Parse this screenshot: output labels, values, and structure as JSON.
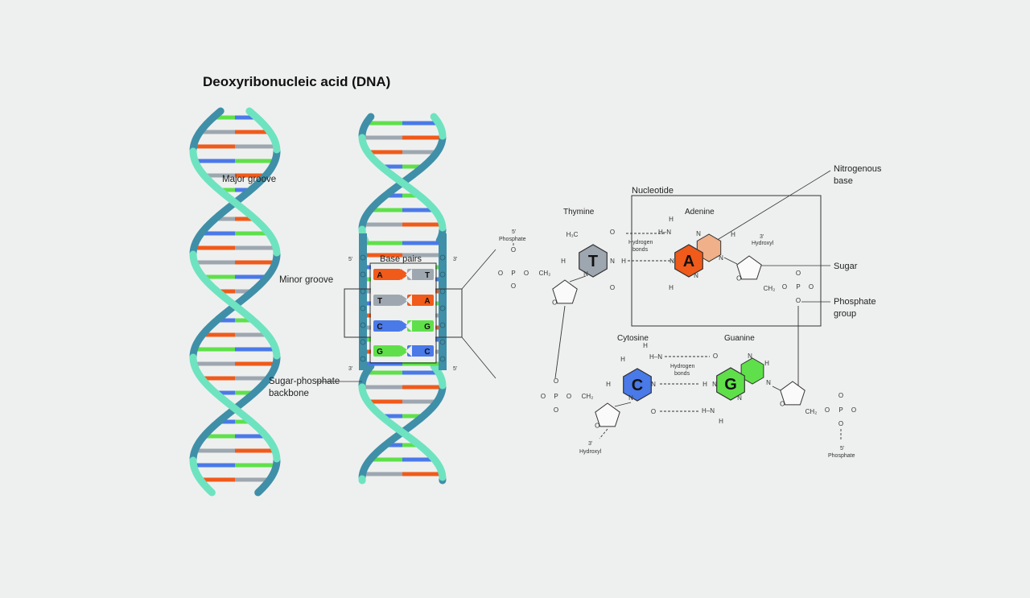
{
  "title": "Deoxyribonucleic acid (DNA)",
  "labels": {
    "major_groove": "Major groove",
    "minor_groove": "Minor groove",
    "backbone_line1": "Sugar-phosphate",
    "backbone_line2": "backbone",
    "base_pairs": "Base pairs",
    "nucleotide": "Nucleotide",
    "nitrogenous_line1": "Nitrogenous",
    "nitrogenous_line2": "base",
    "sugar": "Sugar",
    "phosphate_group_line1": "Phosphate",
    "phosphate_group_line2": "group",
    "thymine": "Thymine",
    "adenine": "Adenine",
    "cytosine": "Cytosine",
    "guanine": "Guanine",
    "hydrogen": "Hydrogen",
    "bonds": "bonds",
    "prime5": "5'",
    "prime3": "3'",
    "phosphate": "Phosphate",
    "hydroxyl": "Hydroxyl"
  },
  "base_pairs": [
    {
      "left": "A",
      "right": "T"
    },
    {
      "left": "T",
      "right": "A"
    },
    {
      "left": "C",
      "right": "G"
    },
    {
      "left": "G",
      "right": "C"
    }
  ],
  "bases": {
    "thymine": "T",
    "adenine": "A",
    "cytosine": "C",
    "guanine": "G"
  },
  "atoms": {
    "H": "H",
    "N": "N",
    "O": "O",
    "P": "P",
    "H3C": "H₃C",
    "CH2": "CH₂",
    "H2N": "H–N"
  },
  "colors": {
    "A": "#f05a1a",
    "T": "#9ea7b0",
    "C": "#4a79e8",
    "G": "#5fe04a",
    "backbone_light": "#6ee3c0",
    "backbone_dark": "#3f8fa8",
    "adenine_ring2": "#f0b08a"
  }
}
